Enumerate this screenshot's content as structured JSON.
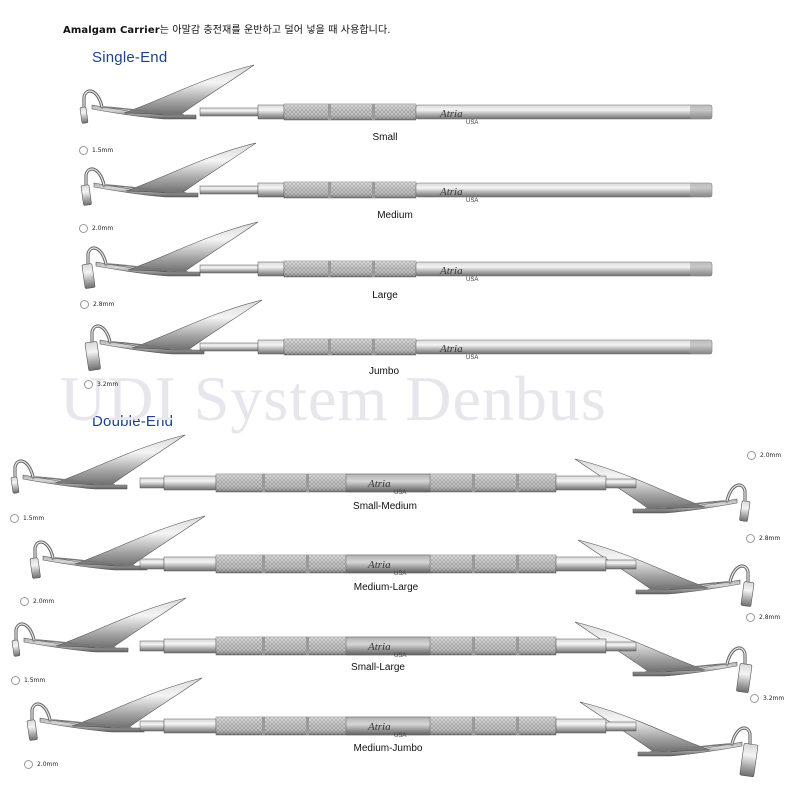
{
  "intro": {
    "title": "Amalgam Carrier",
    "text": "는 아말감 충전재를 운반하고 덜어 넣을 때 사용합니다."
  },
  "sections": {
    "single_end": "Single-End",
    "double_end": "Double-End"
  },
  "watermark": "UDI System Denbus",
  "brand": {
    "name": "Atria",
    "sub": "USA"
  },
  "single": [
    {
      "label": "Small",
      "size": "1.5mm"
    },
    {
      "label": "Medium",
      "size": "2.0mm"
    },
    {
      "label": "Large",
      "size": "2.8mm"
    },
    {
      "label": "Jumbo",
      "size": "3.2mm"
    }
  ],
  "double": [
    {
      "label": "Small-Medium",
      "left_size": "1.5mm",
      "right_size": "2.0mm"
    },
    {
      "label": "Medium-Large",
      "left_size": "2.0mm",
      "right_size": "2.8mm"
    },
    {
      "label": "Small-Large",
      "left_size": "1.5mm",
      "right_size": "2.8mm"
    },
    {
      "label": "Medium-Jumbo",
      "left_size": "2.0mm",
      "right_size": "3.2mm"
    }
  ]
}
